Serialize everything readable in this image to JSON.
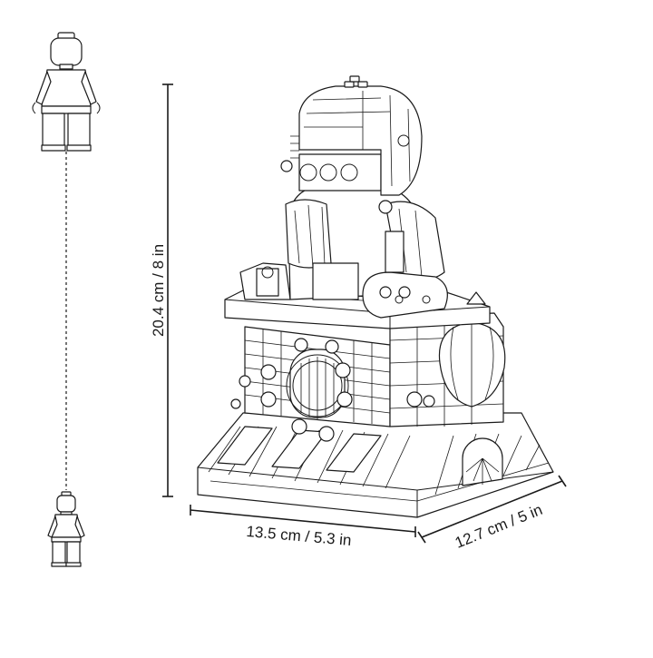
{
  "dimensions": {
    "height_label": "20.4 cm / 8 in",
    "width_label": "13.5 cm / 5.3 in",
    "depth_label": "12.7 cm / 5 in"
  },
  "colors": {
    "line": "#1a1a1a",
    "background": "#ffffff"
  }
}
